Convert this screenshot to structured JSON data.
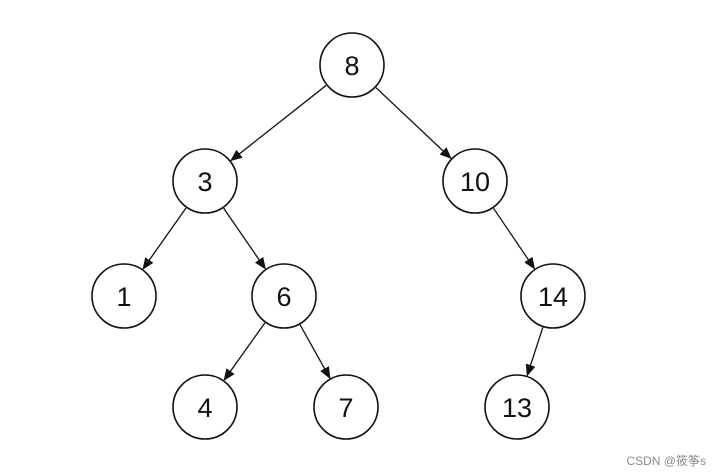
{
  "tree": {
    "nodes": [
      {
        "id": "n8",
        "label": "8"
      },
      {
        "id": "n3",
        "label": "3"
      },
      {
        "id": "n10",
        "label": "10"
      },
      {
        "id": "n1",
        "label": "1"
      },
      {
        "id": "n6",
        "label": "6"
      },
      {
        "id": "n14",
        "label": "14"
      },
      {
        "id": "n4",
        "label": "4"
      },
      {
        "id": "n7",
        "label": "7"
      },
      {
        "id": "n13",
        "label": "13"
      }
    ],
    "edges": [
      {
        "from": "n8",
        "to": "n3"
      },
      {
        "from": "n8",
        "to": "n10"
      },
      {
        "from": "n3",
        "to": "n1"
      },
      {
        "from": "n3",
        "to": "n6"
      },
      {
        "from": "n10",
        "to": "n14"
      },
      {
        "from": "n6",
        "to": "n4"
      },
      {
        "from": "n6",
        "to": "n7"
      },
      {
        "from": "n14",
        "to": "n13"
      }
    ]
  },
  "watermark": "CSDN @筱筝s"
}
